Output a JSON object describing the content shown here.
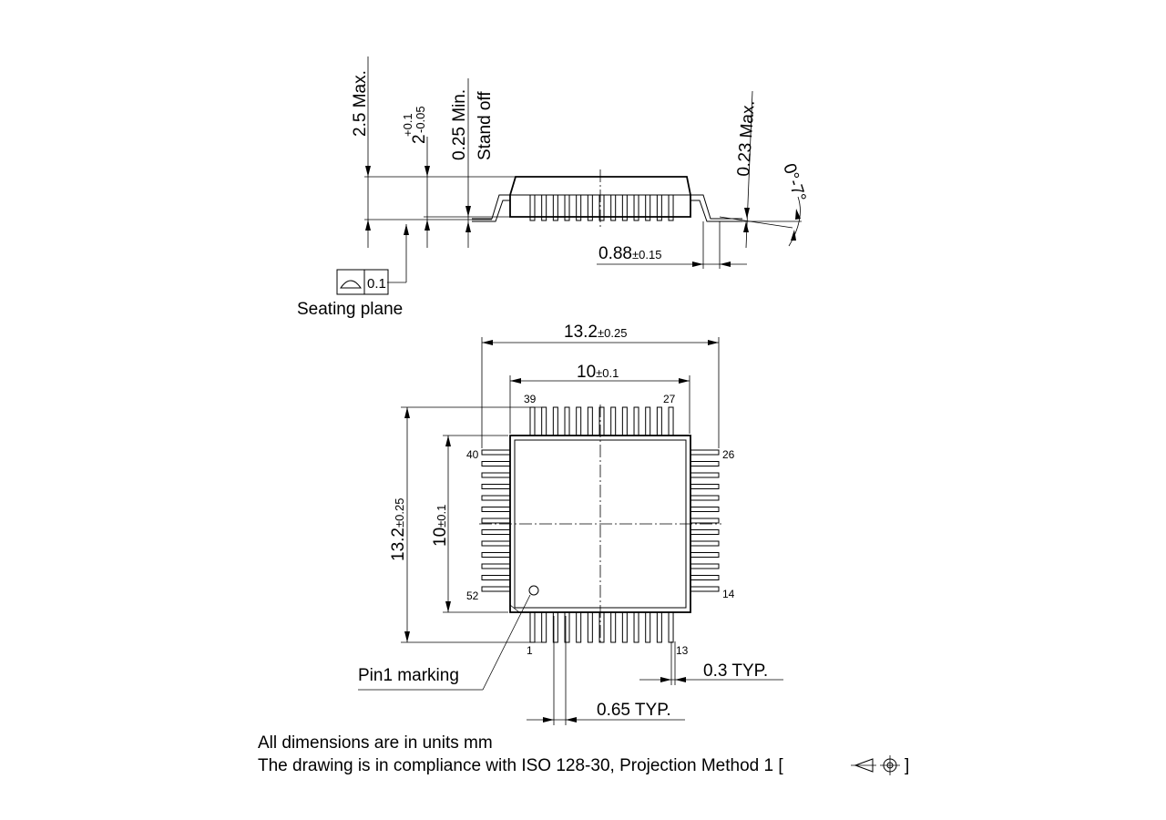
{
  "side_view": {
    "height_max": "2.5 Max.",
    "body_height_nominal": "2",
    "body_height_tol_plus": "+0.1",
    "body_height_tol_minus": "-0.05",
    "standoff_value": "0.25 Min.",
    "standoff_label": "Stand off",
    "lead_thickness": "0.23 Max.",
    "lead_angle": "0°-7°",
    "foot_length": "0.88",
    "foot_length_tol": "±0.15",
    "coplanarity_value": "0.1",
    "seating_plane": "Seating plane"
  },
  "top_view": {
    "overall_width": "13.2",
    "overall_width_tol": "±0.25",
    "body_width": "10",
    "body_width_tol": "±0.1",
    "overall_height": "13.2",
    "overall_height_tol": "±0.25",
    "body_height": "10",
    "body_height_tol": "±0.1",
    "pins": {
      "p1": "1",
      "p13": "13",
      "p14": "14",
      "p26": "26",
      "p27": "27",
      "p39": "39",
      "p40": "40",
      "p52": "52"
    },
    "lead_width": "0.3 TYP.",
    "pitch": "0.65 TYP.",
    "pin1_marking": "Pin1 marking"
  },
  "notes": {
    "line1": "All dimensions are in units mm",
    "line2": "The drawing is in compliance with ISO 128-30, Projection Method 1 [",
    "line2_end": "]"
  }
}
